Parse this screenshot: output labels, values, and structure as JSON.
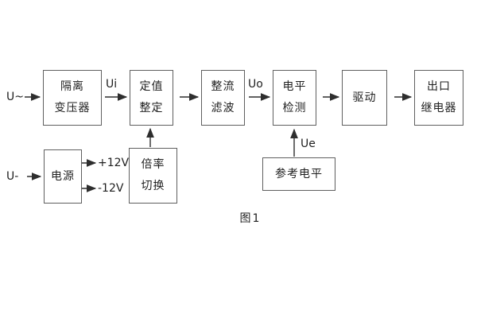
{
  "figure": {
    "caption": "图1",
    "colors": {
      "background": "#ffffff",
      "box_border": "#5f5f5f",
      "line": "#2e2e2e",
      "text": "#1f1f1f"
    },
    "inputs": {
      "ac_input": "U~",
      "dc_input": "U-"
    },
    "signal_labels": {
      "ui": "Ui",
      "uo": "Uo",
      "ue": "Ue",
      "pos_rail": "+12V",
      "neg_rail": "-12V"
    },
    "blocks": {
      "isolation_transformer": {
        "line1": "隔离",
        "line2": "变压器"
      },
      "setting_adjustment": {
        "line1": "定值",
        "line2": "整定"
      },
      "rectifier_filter": {
        "line1": "整流",
        "line2": "滤波"
      },
      "level_detection": {
        "line1": "电平",
        "line2": "检测"
      },
      "driver": {
        "line1": "驱动"
      },
      "output_relay": {
        "line1": "出口",
        "line2": "继电器"
      },
      "power_supply": {
        "line1": "电源"
      },
      "ratio_switching": {
        "line1": "倍率",
        "line2": "切换"
      },
      "reference_level": {
        "line1": "参考电平"
      }
    }
  }
}
